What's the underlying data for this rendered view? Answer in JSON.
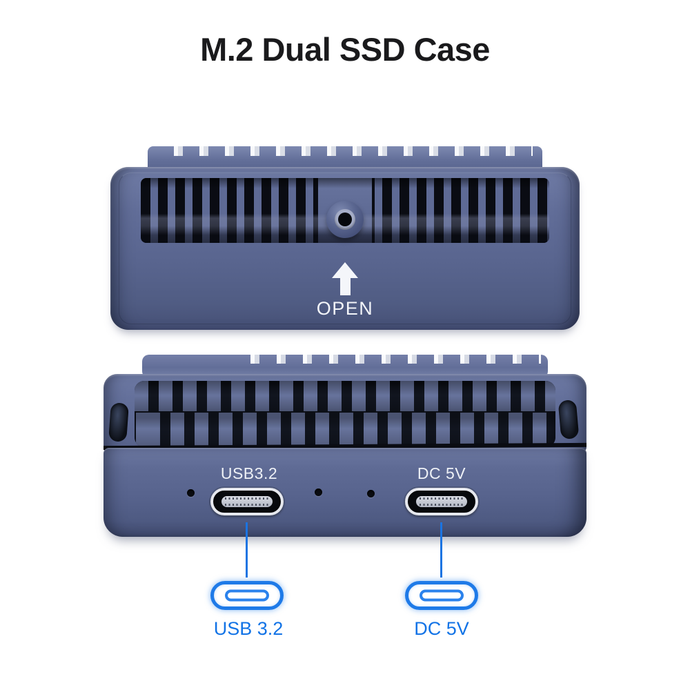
{
  "title": "M.2 Dual SSD Case",
  "top_view": {
    "description": "top of enclosure with heatsink fins, vent slots, screw hole and open direction",
    "open_label": "OPEN",
    "arrow_icon": "up-arrow"
  },
  "rear_view": {
    "description": "rear port face of enclosure",
    "ports": [
      {
        "label": "USB3.2",
        "type": "usb-c"
      },
      {
        "label": "DC 5V",
        "type": "usb-c"
      }
    ],
    "led_hole_count": 3
  },
  "callouts": [
    {
      "label": "USB 3.2",
      "icon": "usb-c-connector"
    },
    {
      "label": "DC 5V",
      "icon": "usb-c-connector"
    }
  ],
  "colors": {
    "accent_blue": "#1a74e8",
    "case_blue": "#5d6994",
    "vent_dark": "#0b0d13",
    "title_text": "#1a1a1c",
    "case_label_text": "#eef1f6"
  }
}
